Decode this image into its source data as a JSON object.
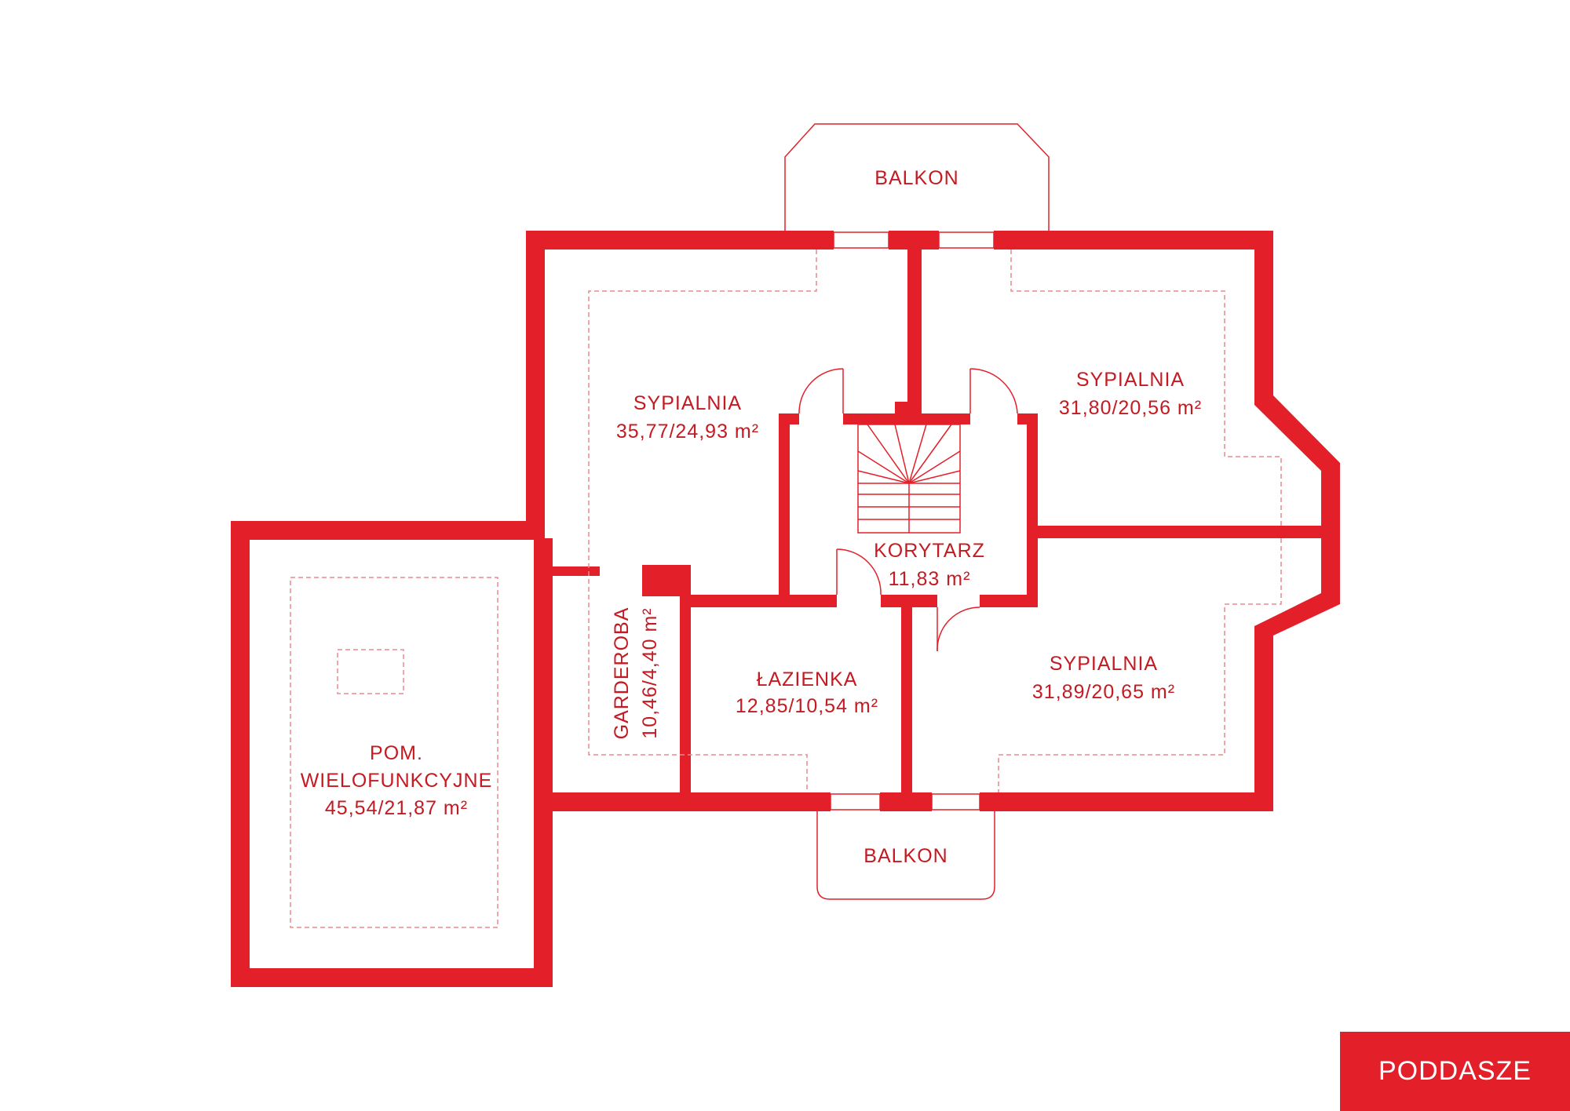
{
  "colors": {
    "wall": "#e3202a",
    "text": "#c41a22",
    "dashed": "#ea8a8e",
    "badge_bg": "#e3202a",
    "badge_text": "#ffffff"
  },
  "floor": {
    "label": "PODDASZE"
  },
  "rooms": {
    "balkon_top": {
      "name": "BALKON"
    },
    "sypialnia_left": {
      "name": "SYPIALNIA",
      "area": "35,77/24,93 m²"
    },
    "sypialnia_top_right": {
      "name": "SYPIALNIA",
      "area": "31,80/20,56 m²"
    },
    "korytarz": {
      "name": "KORYTARZ",
      "area": "11,83 m²"
    },
    "garderoba": {
      "name": "GARDEROBA",
      "area": "10,46/4,40 m²"
    },
    "lazienka": {
      "name": "ŁAZIENKA",
      "area": "12,85/10,54 m²"
    },
    "sypialnia_bottom_right": {
      "name": "SYPIALNIA",
      "area": "31,89/20,65 m²"
    },
    "pom_wielofunkcyjne": {
      "name_line1": "POM.",
      "name_line2": "WIELOFUNKCYJNE",
      "area": "45,54/21,87 m²"
    },
    "balkon_bottom": {
      "name": "BALKON"
    }
  }
}
